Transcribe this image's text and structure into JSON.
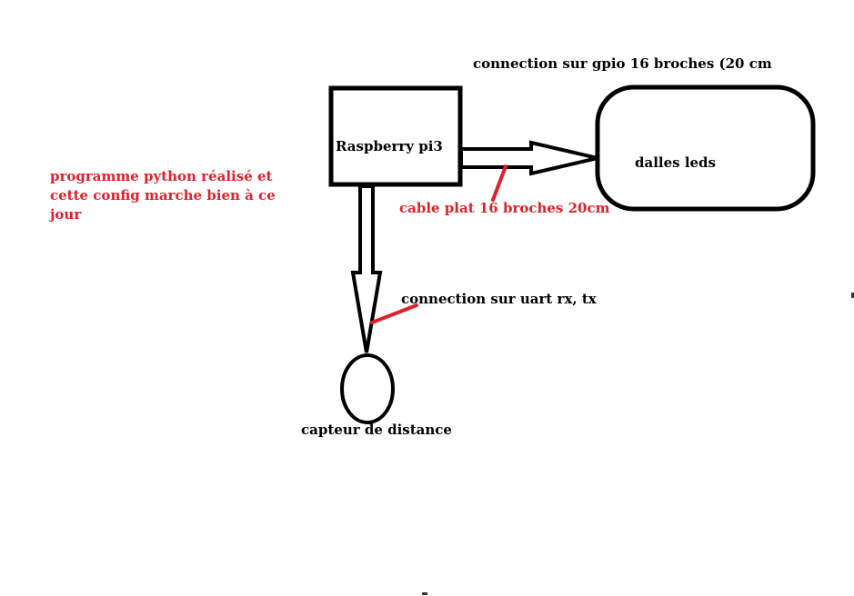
{
  "colors": {
    "ink": "#000000",
    "note": "#e0202a"
  },
  "nodes": {
    "raspberry": "Raspberry pi3",
    "leds": "dalles leds",
    "sensor": "capteur de distance"
  },
  "labels": {
    "gpio": "connection sur gpio 16 broches (20 cm",
    "cable": "cable plat 16 broches 20cm",
    "uart": "connection sur uart rx, tx"
  },
  "note": {
    "line1": "programme python réalisé et",
    "line2": "cette config marche bien à ce",
    "line3": "jour"
  }
}
